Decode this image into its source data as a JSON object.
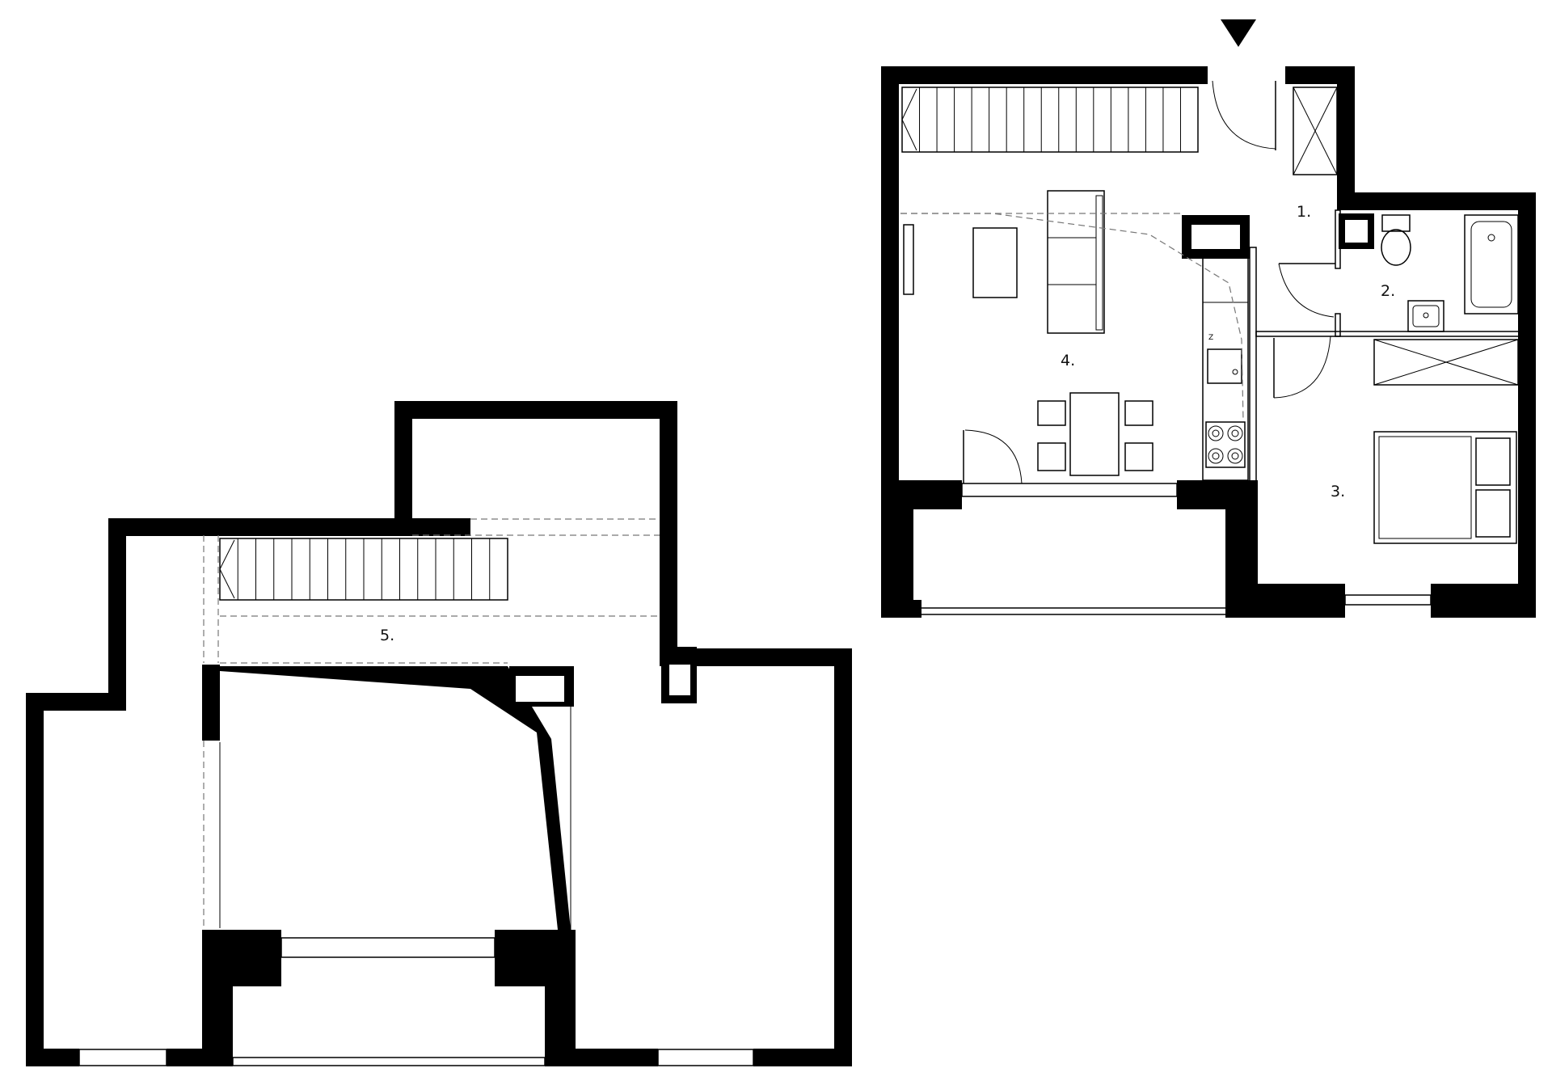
{
  "plan": {
    "colors": {
      "wall": "#000000",
      "background": "#ffffff",
      "hidden_line": "#777777"
    },
    "entrance_marker": "entrance-triangle",
    "rooms": [
      {
        "id": "room-1",
        "label": "1."
      },
      {
        "id": "room-2",
        "label": "2."
      },
      {
        "id": "room-3",
        "label": "3."
      },
      {
        "id": "room-4",
        "label": "4."
      },
      {
        "id": "room-5",
        "label": "5."
      }
    ]
  }
}
